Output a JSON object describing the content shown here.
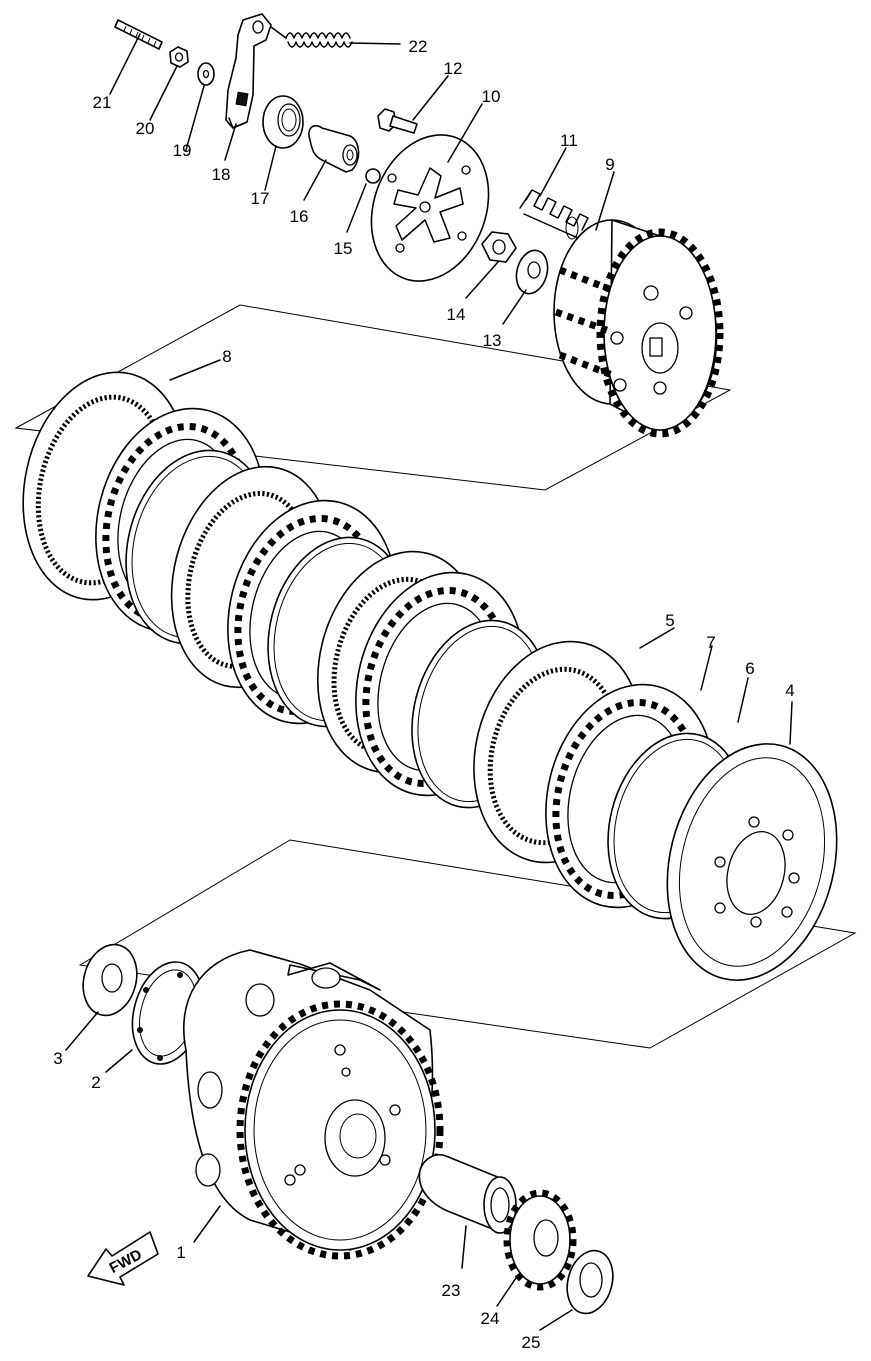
{
  "callouts": [
    "1",
    "2",
    "3",
    "4",
    "5",
    "6",
    "7",
    "8",
    "9",
    "10",
    "11",
    "12",
    "13",
    "14",
    "15",
    "16",
    "17",
    "18",
    "19",
    "20",
    "21",
    "22",
    "23",
    "24",
    "25"
  ],
  "direction_label": "FWD"
}
